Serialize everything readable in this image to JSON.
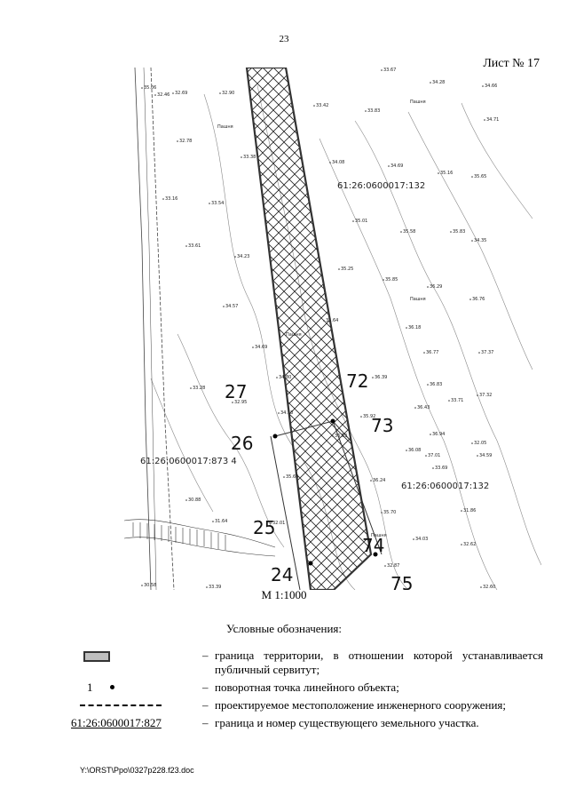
{
  "page": {
    "number": "23",
    "sheet": "Лист № 17",
    "scale": "М 1:1000",
    "footer": "Y:\\ORST\\Ppo\\0327p228.f23.doc"
  },
  "map": {
    "parcels": [
      "61:26:0600017:132",
      "61:26:0600017:132",
      "61:26:0600017:873 4"
    ],
    "point_labels": [
      "27",
      "26",
      "72",
      "73",
      "25",
      "24",
      "74",
      "75"
    ],
    "elevations": [
      "32.46",
      "32.69",
      "32.90",
      "33.42",
      "33.83",
      "33.67",
      "34.28",
      "34.66",
      "34.71",
      "32.78",
      "33.38",
      "34.08",
      "34.69",
      "35.16",
      "35.65",
      "33.16",
      "33.54",
      "35.01",
      "35.58",
      "35.83",
      "34.35",
      "33.61",
      "34.23",
      "35.25",
      "35.85",
      "36.29",
      "34.57",
      "35.64",
      "36.18",
      "36.76",
      "34.69",
      "36.39",
      "36.77",
      "37.37",
      "33.28",
      "34.80",
      "36.83",
      "37.32",
      "32.95",
      "34.18",
      "35.92",
      "36.43",
      "33.71",
      "35.06",
      "36.53",
      "36.94",
      "32.05",
      "35.66",
      "36.08",
      "37.01",
      "34.59",
      "36.24",
      "33.69",
      "35.70",
      "31.86",
      "32.87",
      "34.03",
      "32.62",
      "33.39",
      "32.60",
      "32.01",
      "30.58",
      "30.88",
      "31.64"
    ],
    "ground_labels": [
      "Пашня",
      "Пашня",
      "Пашня",
      "Пашня",
      "Пашня"
    ]
  },
  "legend": {
    "title": "Условные обозначения:",
    "items": [
      {
        "symbol": "",
        "text": "граница территории, в отношении которой устанавливается публичный сервитут;"
      },
      {
        "symbol": "1",
        "text": "поворотная точка линейного объекта;"
      },
      {
        "symbol": "",
        "text": "проектируемое местоположение инженерного сооружения;"
      },
      {
        "symbol": "61:26:0600017:827",
        "text": "граница и номер существующего земельного участка."
      }
    ]
  }
}
